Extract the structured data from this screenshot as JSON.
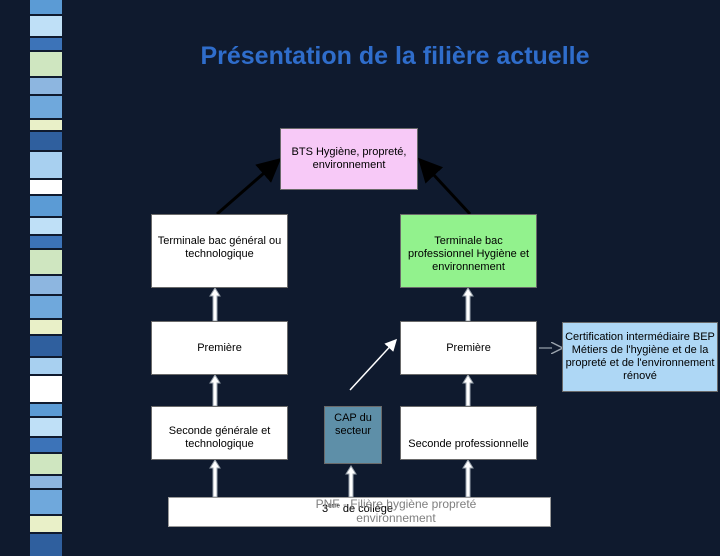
{
  "title": "Présentation de la filière actuelle",
  "boxes": {
    "bts": "BTS Hygiène, propreté, environnement",
    "terminale_general": "Terminale bac général ou technologique",
    "terminale_pro": "Terminale bac professionnel Hygiène et environnement",
    "premiere_general": "Première",
    "premiere_pro": "Première",
    "seconde_general": "Seconde générale et technologique",
    "seconde_pro": "Seconde professionnelle",
    "cap": "CAP du secteur",
    "certification": "Certification intermédiaire BEP Métiers de l'hygiène et de la propreté et de l'environnement rénové"
  },
  "bottom": {
    "college_sup": "ème",
    "college_num": "3",
    "college_text": " de collège",
    "footer": "PNF - Filière hygiène propreté environnement"
  },
  "colors": {
    "title": "#2f6dcb",
    "bts": "#f7c9f7",
    "terminale_pro": "#92f28d",
    "cap": "#5e8fa8",
    "certification": "#aed7f5",
    "background": "#0f1a2e"
  }
}
